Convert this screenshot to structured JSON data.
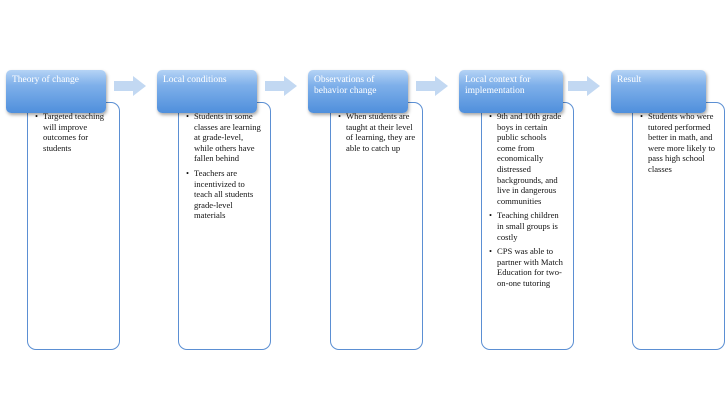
{
  "stages": [
    {
      "title": "Theory of change",
      "bullets": [
        "Targeted teaching will improve outcomes for students"
      ]
    },
    {
      "title": "Local conditions",
      "bullets": [
        "Students in some classes are learning at grade-level, while others have fallen behind",
        "Teachers are incentivized to teach all students grade-level materials"
      ]
    },
    {
      "title": "Observations of behavior change",
      "bullets": [
        "When students are taught at their level of learning, they are able to catch up"
      ]
    },
    {
      "title": "Local context for implementation",
      "bullets": [
        "9th and 10th grade boys in certain public schools come from economically distressed backgrounds, and live in dangerous communities",
        "Teaching children in small groups is costly",
        "CPS was able to partner with Match Education for two-on-one tutoring"
      ]
    },
    {
      "title": "Result",
      "bullets": [
        "Students who were tutored performed better in math, and were more likely to pass high school classes"
      ]
    }
  ],
  "colors": {
    "header_top": "#b5d3f5",
    "header_bottom": "#4f8fdc",
    "arrow": "#c2d8f2",
    "card_border": "#5b8fd3"
  }
}
